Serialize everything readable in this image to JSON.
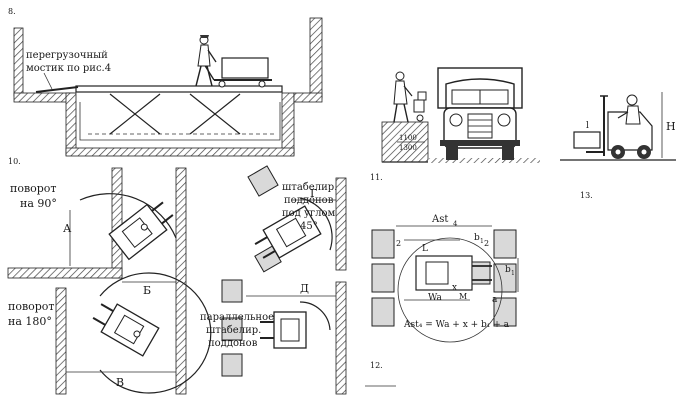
{
  "figures": {
    "fig8": {
      "number": "8.",
      "label_line1": "перегрузочный",
      "label_line2": "мостик по рис.4"
    },
    "fig10": {
      "number": "10.",
      "turn90_line1": "поворот",
      "turn90_line2": "на 90°",
      "turn180_line1": "поворот",
      "turn180_line2": "на 180°",
      "stack45_line1": "штабелир.",
      "stack45_line2": "поддонов",
      "stack45_line3": "под углом",
      "stack45_line4": "45°",
      "parallel_line1": "параллельное",
      "parallel_line2": "штабелир.",
      "parallel_line3": "поддонов",
      "dim_a": "А",
      "dim_b": "Б",
      "dim_v": "В",
      "dim_g": "Г",
      "dim_d": "Д"
    },
    "fig11": {
      "number": "11.",
      "height_low": "1100",
      "height_high": "1300"
    },
    "fig12": {
      "number": "12.",
      "ast_label": "Ast",
      "ast_sub": "4",
      "dim_l": "L",
      "dim_b1_top": "b",
      "dim_b1_side": "b",
      "dim_b1_sub": "1",
      "dim_2a": "2",
      "dim_2b": "2",
      "dim_wa": "Wa",
      "dim_x": "x",
      "dim_m": "M",
      "dim_a": "a",
      "formula": "Ast₄ = Wa + x + b₁ + a"
    },
    "fig13": {
      "number": "13.",
      "dim_h": "H",
      "dim_l": "l"
    }
  }
}
